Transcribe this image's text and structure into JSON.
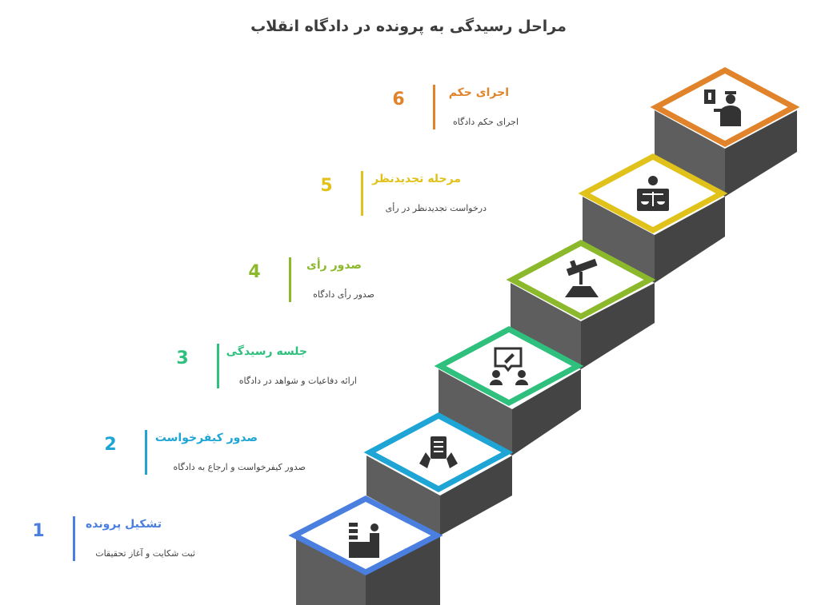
{
  "title": "مراحل رسیدگی به پرونده در دادگاه انقلاب",
  "colors": {
    "side": "#606060",
    "front": "#444444",
    "topFill": "#ffffff"
  },
  "steps": [
    {
      "number": "1",
      "label": "تشکیل پرونده",
      "description": "ثبت شکایت و آغاز تحقیقات",
      "color": "#4a7fe0",
      "icon": "clerk-desk-icon"
    },
    {
      "number": "2",
      "label": "صدور کیفرخواست",
      "description": "صدور کیفرخواست و ارجاع به دادگاه",
      "color": "#1ea5d6",
      "icon": "document-handover-icon"
    },
    {
      "number": "3",
      "label": "جلسه رسیدگی",
      "description": "ارائه دفاعیات و شواهد در دادگاه",
      "color": "#2fc07e",
      "icon": "court-hearing-icon"
    },
    {
      "number": "4",
      "label": "صدور رأی",
      "description": "صدور رأی دادگاه",
      "color": "#8cb82c",
      "icon": "gavel-icon"
    },
    {
      "number": "5",
      "label": "مرحله تجدیدنظر",
      "description": "درخواست تجدیدنظر در رأی",
      "color": "#e0c21a",
      "icon": "judge-scales-icon"
    },
    {
      "number": "6",
      "label": "اجرای حکم",
      "description": "اجرای حکم دادگاه",
      "color": "#e0832a",
      "icon": "officer-enforcement-icon"
    }
  ]
}
